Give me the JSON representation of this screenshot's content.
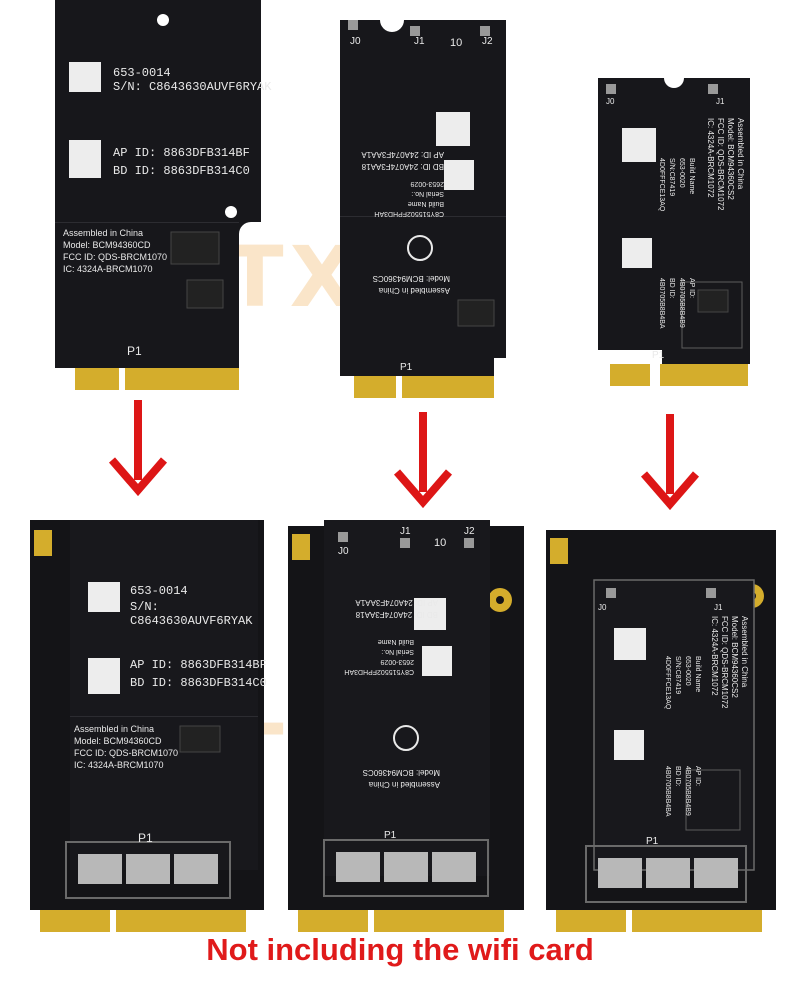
{
  "colors": {
    "board": "#17171b",
    "adapter": "#141417",
    "gold": "#d4ad2c",
    "arrow": "#dd1616",
    "caption": "#e01a1a"
  },
  "watermark": "NTXUP",
  "caption": "Not including the wifi card",
  "cards": [
    {
      "top_code": "653-0014",
      "serial": "S/N: C8643630AUVF6RYAK",
      "ap_id": "AP ID: 8863DFB314BF",
      "bd_id": "BD ID: 8863DFB314C0",
      "assembled": "Assembled in China",
      "model": "Model: BCM94360CD",
      "fcc": "FCC ID: QDS-BRCM1070",
      "ic": "IC: 4324A-BRCM1070",
      "p1": "P1"
    },
    {
      "j0": "J0",
      "j1": "J1",
      "j2": "J2",
      "badge": "10",
      "bd_id": "BD ID: 24A074F3AA18",
      "ap_id": "AP ID: 24A074F3AA1A",
      "build": "Build Name",
      "serial_no": "Serial No.:",
      "p_code": "2653-0029",
      "serial": "C8Y515502FPHD3AH",
      "assembled": "Assembled in China",
      "model": "Model: BCM94360CS",
      "p1": "P1"
    },
    {
      "j0": "J0",
      "j1": "J1",
      "assembled": "Assembled in China",
      "model": "Model: BCM94360CS2",
      "fcc": "FCC ID: QDS-BRCM1072",
      "ic": "IC: 4324A-BRCM1072",
      "build": "Build Name",
      "p_code": "653-0020",
      "sn": "S/N:C87419",
      "ff": "4D0FFFCE13AQ",
      "ap": "AP ID:",
      "ap_id": "4B0705B8B4B9",
      "bd": "BD ID:",
      "bd_id": "4B0705B8B4BA",
      "p1": "P1"
    }
  ]
}
